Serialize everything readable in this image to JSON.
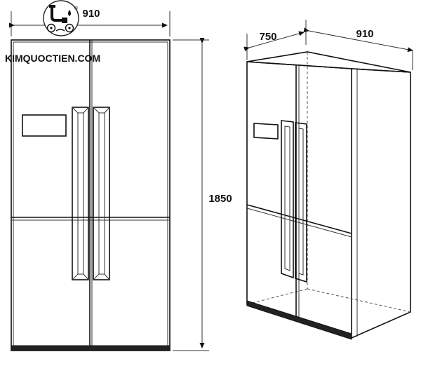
{
  "brand": {
    "text": "KIMQUOCTIEN.COM",
    "registered_mark": "®"
  },
  "front_view": {
    "width_label": "910",
    "height_label": "1850"
  },
  "perspective_view": {
    "depth_label": "750",
    "width_label": "910"
  }
}
